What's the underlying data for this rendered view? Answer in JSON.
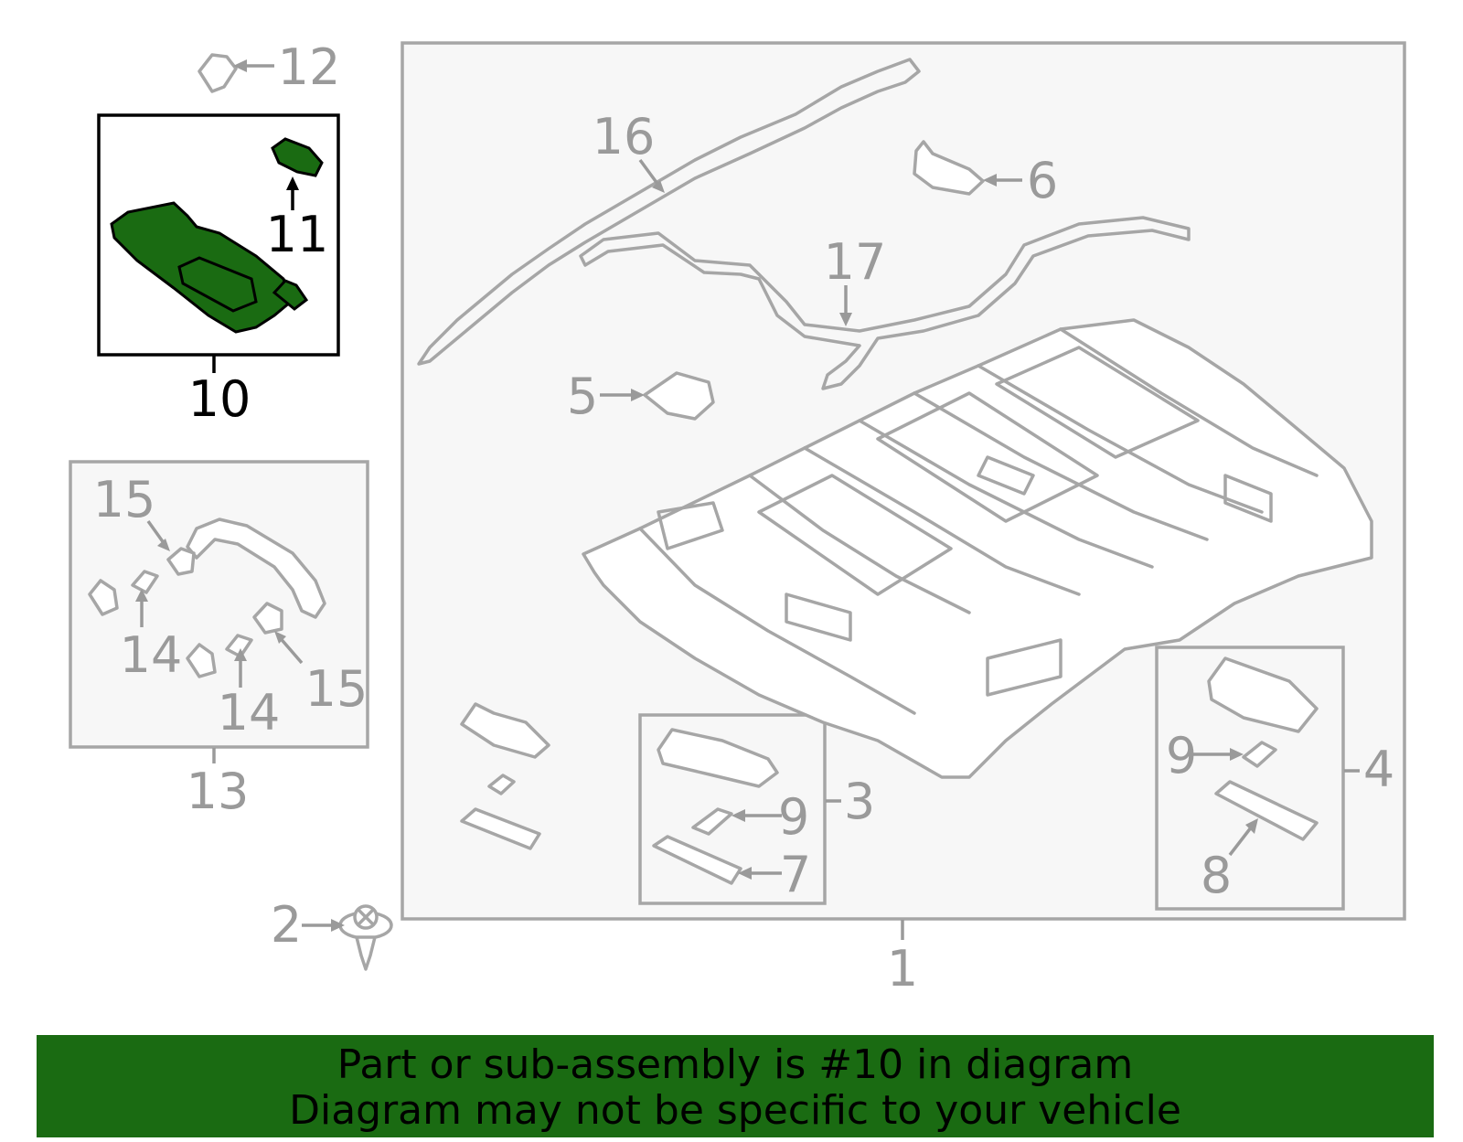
{
  "callouts": {
    "c1": "1",
    "c2": "2",
    "c3": "3",
    "c4": "4",
    "c5": "5",
    "c6": "6",
    "c7": "7",
    "c8": "8",
    "c9a": "9",
    "c9b": "9",
    "c10": "10",
    "c11": "11",
    "c12": "12",
    "c13": "13",
    "c14a": "14",
    "c14b": "14",
    "c15a": "15",
    "c15b": "15",
    "c16": "16",
    "c17": "17"
  },
  "banner": {
    "line1": "Part or sub-assembly is #10 in diagram",
    "line2": "Diagram may not be specific to your vehicle"
  },
  "colors": {
    "highlight": "#1a6b12",
    "part_stroke": "#a6a6a6",
    "callout_text": "#9a9a9a"
  }
}
